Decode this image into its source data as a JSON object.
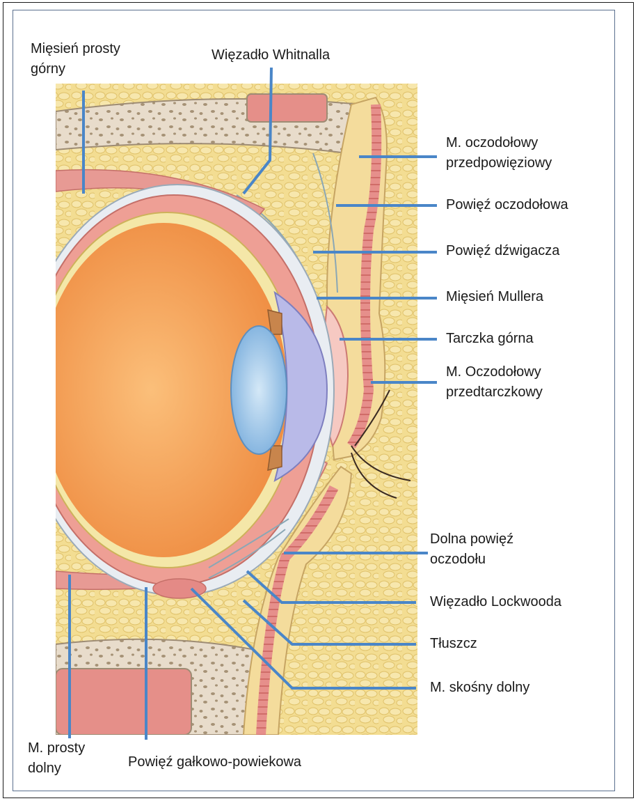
{
  "labels": {
    "rectus_superior": [
      "Mięsień prosty",
      "górny"
    ],
    "whitnall": "Więzadło Whitnalla",
    "preseptal": [
      "M. oczodołowy",
      "przedpowięziowy"
    ],
    "orbital_septum": "Powięź oczodołowa",
    "levator_fascia": "Powięź dźwigacza",
    "muller": "Mięsień Mullera",
    "upper_tarsus": "Tarczka górna",
    "pretarsal": [
      "M. Oczodołowy",
      "przedtarczkowy"
    ],
    "lower_septum": [
      "Dolna powięź",
      "oczodołu"
    ],
    "lockwood": "Więzadło Lockwooda",
    "fat": "Tłuszcz",
    "inferior_oblique": "M. skośny dolny",
    "rectus_inferior": [
      "M. prosty",
      "dolny"
    ],
    "tenon": "Powięź gałkowo-powiekowa"
  },
  "colors": {
    "leader": "#4a86c8",
    "bone": "#e3d6c4",
    "fat": "#f2dc8e",
    "muscle": "#e0878a",
    "globe": "#f6a65c",
    "lens": "#a8cdeb",
    "cornea": "#b7b8e6"
  }
}
